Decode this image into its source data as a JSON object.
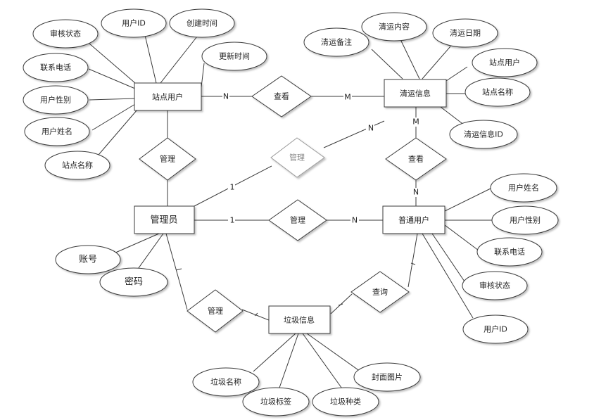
{
  "entities": {
    "site_user": "站点用户",
    "clear_info": "清运信息",
    "admin": "管理员",
    "normal_user": "普通用户",
    "garbage_info": "垃圾信息"
  },
  "relationships": {
    "view_top": "查看",
    "view_right": "查看",
    "manage_site": "管理",
    "manage_clear": "管理",
    "manage_user": "管理",
    "manage_garbage": "管理",
    "query_garbage": "查询"
  },
  "attributes": {
    "site_user": {
      "audit_status": "审核状态",
      "user_id": "用户ID",
      "create_time": "创建时间",
      "update_time": "更新时间",
      "contact_phone": "联系电话",
      "user_gender": "用户性别",
      "user_name": "用户姓名",
      "site_name": "站点名称"
    },
    "clear_info": {
      "clear_note": "清运备注",
      "clear_content": "清运内容",
      "clear_date": "清运日期",
      "site_user": "站点用户",
      "site_name": "站点名称",
      "clear_id": "清运信息ID"
    },
    "admin": {
      "account": "账号",
      "password": "密码"
    },
    "normal_user": {
      "user_name": "用户姓名",
      "user_gender": "用户性别",
      "contact_phone": "联系电话",
      "audit_status": "审核状态",
      "user_id": "用户ID"
    },
    "garbage_info": {
      "garbage_name": "垃圾名称",
      "garbage_tag": "垃圾标签",
      "garbage_type": "垃圾种类",
      "cover_image": "封面图片"
    }
  },
  "cardinalities": {
    "site_view_n": "N",
    "site_view_m": "M",
    "clear_view_m": "M",
    "clear_view_n": "N",
    "clear_manage_n": "N",
    "clear_manage_1": "1",
    "admin_user_1": "1",
    "admin_user_n": "N"
  }
}
